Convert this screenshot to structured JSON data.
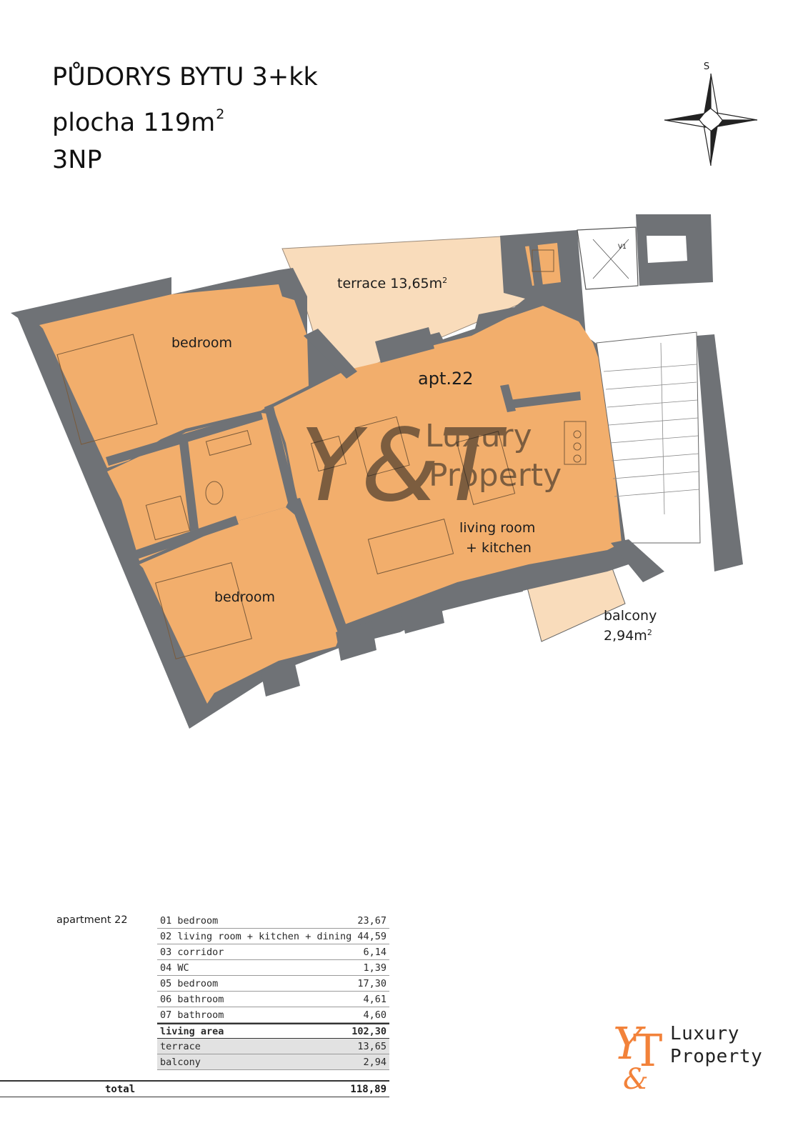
{
  "header": {
    "line1": "PŮDORYS BYTU 3+kk",
    "line2_text": "plocha 119m",
    "line2_sup": "2",
    "line3": "3NP"
  },
  "compass": {
    "north_label": "S"
  },
  "plan": {
    "terrace_label": "terrace 13,65m",
    "terrace_sup": "2",
    "bedroom_top_label": "bedroom",
    "bedroom_bottom_label": "bedroom",
    "apartment_label": "apt.22",
    "living_label_line1": "living room",
    "living_label_line2": "+ kitchen",
    "balcony_label_line1": "balcony",
    "balcony_label_line2": "2,94m",
    "balcony_sup": "2",
    "stair_mark": "V1",
    "watermark_line1": "Luxury",
    "watermark_line2": "Property"
  },
  "colors": {
    "room_fill": "#f2ae6c",
    "terrace_fill": "#f9dcbb",
    "wall_fill": "#6f7276",
    "brand_orange": "#f2823a"
  },
  "table": {
    "apartment_label": "apartment 22",
    "rows": [
      {
        "name": "01 bedroom",
        "area": "23,67"
      },
      {
        "name": "02 living room + kitchen + dining",
        "area": "44,59"
      },
      {
        "name": "03 corridor",
        "area": "6,14"
      },
      {
        "name": "04 WC",
        "area": "1,39"
      },
      {
        "name": "05 bedroom",
        "area": "17,30"
      },
      {
        "name": "06 bathroom",
        "area": "4,61"
      },
      {
        "name": "07 bathroom",
        "area": "4,60"
      }
    ],
    "living_area": {
      "name": "living area",
      "area": "102,30"
    },
    "terrace": {
      "name": "terrace",
      "area": "13,65"
    },
    "balcony": {
      "name": "balcony",
      "area": "2,94"
    },
    "total": {
      "name": "total",
      "area": "118,89"
    }
  },
  "logo": {
    "word1": "Luxury",
    "word2": "Property"
  }
}
